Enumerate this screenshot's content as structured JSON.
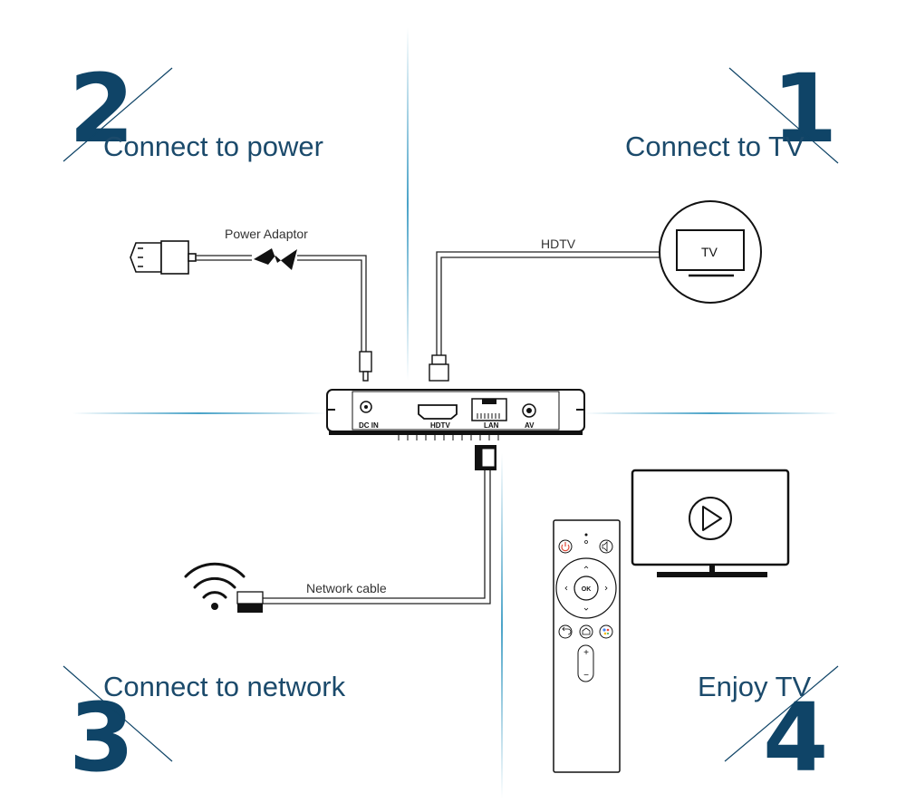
{
  "steps": {
    "s1": {
      "number": "1",
      "title": "Connect to TV"
    },
    "s2": {
      "number": "2",
      "title": "Connect to power"
    },
    "s3": {
      "number": "3",
      "title": "Connect to network"
    },
    "s4": {
      "number": "4",
      "title": "Enjoy TV"
    }
  },
  "labels": {
    "power_adaptor": "Power Adaptor",
    "hdtv_cable": "HDTV",
    "network_cable": "Network cable",
    "tv_screen": "TV"
  },
  "ports": {
    "dc_in": "DC IN",
    "hdtv": "HDTV",
    "lan": "LAN",
    "av": "AV"
  },
  "remote": {
    "ok": "OK",
    "plus": "+",
    "minus": "−"
  },
  "colors": {
    "brand_blue": "#0f4467",
    "divider_teal": "#4aa3c8",
    "power_red": "#e04b3a"
  }
}
